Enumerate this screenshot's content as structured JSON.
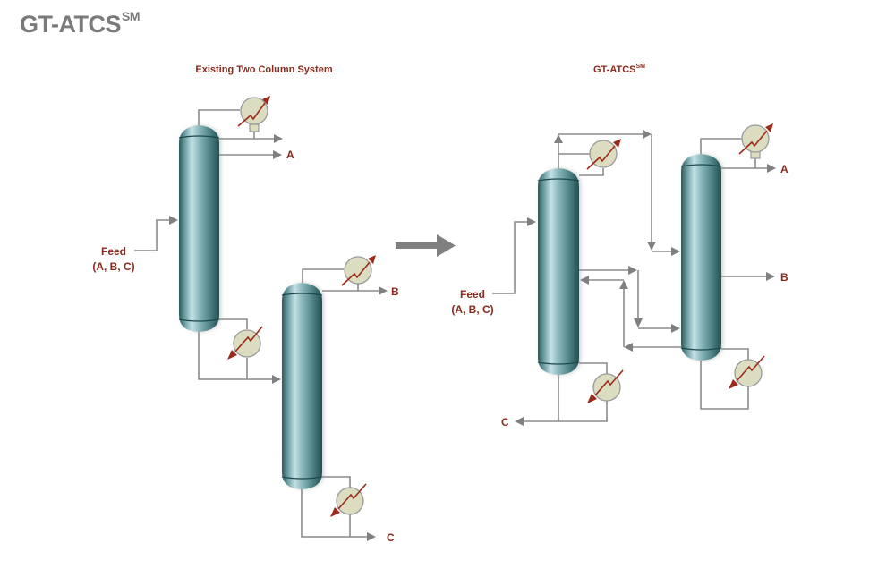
{
  "page": {
    "title": "GT-ATCS",
    "title_superscript": "SM"
  },
  "left_diagram": {
    "caption": "Existing Two Column System",
    "feed_label": "Feed",
    "feed_components": "(A, B, C)",
    "product_a": "A",
    "product_b": "B",
    "product_c": "C"
  },
  "right_diagram": {
    "caption": "GT-ATCS",
    "caption_superscript": "SM",
    "feed_label": "Feed",
    "feed_components": "(A, B, C)",
    "product_a": "A",
    "product_b": "B",
    "product_c": "C"
  },
  "transition_arrow": "right-arrow",
  "colors": {
    "accent_text": "#8b2a1c",
    "title_gray": "#7a7a7a",
    "pipe_gray": "#8c8c8c",
    "column_dark": "#2e5e60",
    "column_light": "#c4e2e6",
    "exchanger_fill": "#dcdcc0",
    "exchanger_arrow": "#9a2a1a"
  }
}
